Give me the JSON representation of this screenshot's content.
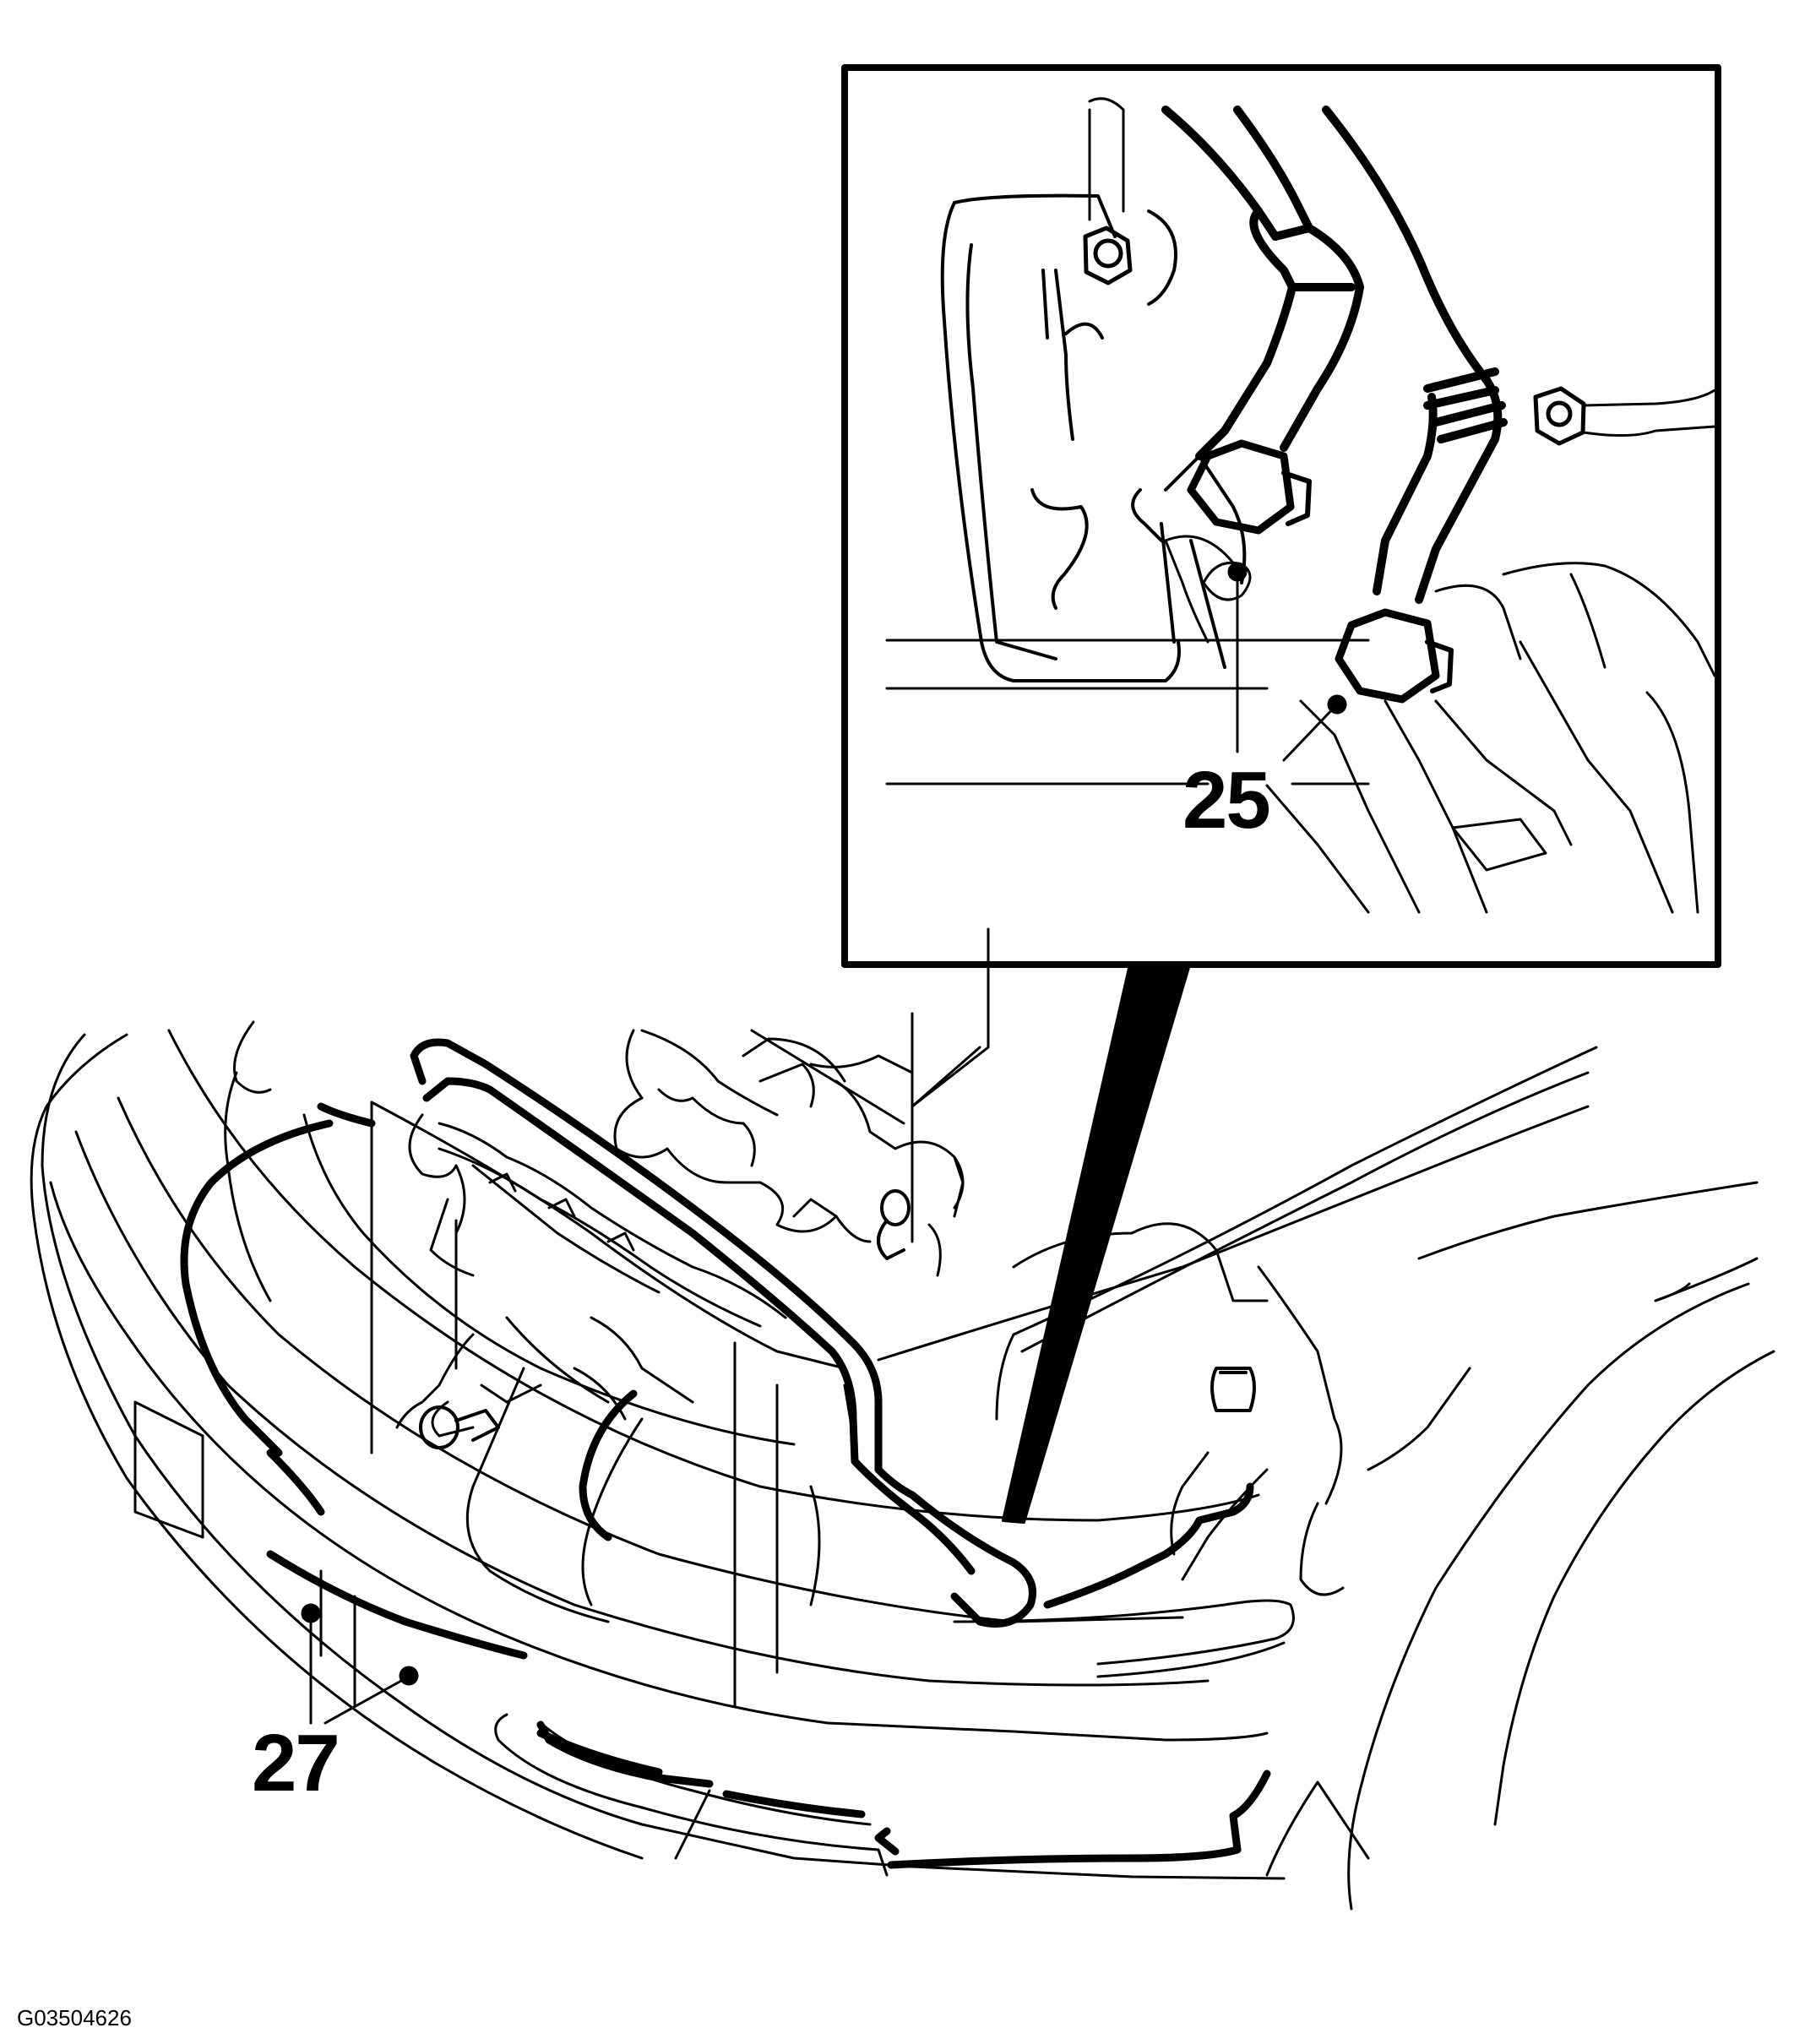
{
  "callouts": {
    "label_25": "25",
    "label_27": "27"
  },
  "figure_id": "G03504626",
  "colors": {
    "ink": "#000000",
    "paper": "#ffffff"
  }
}
